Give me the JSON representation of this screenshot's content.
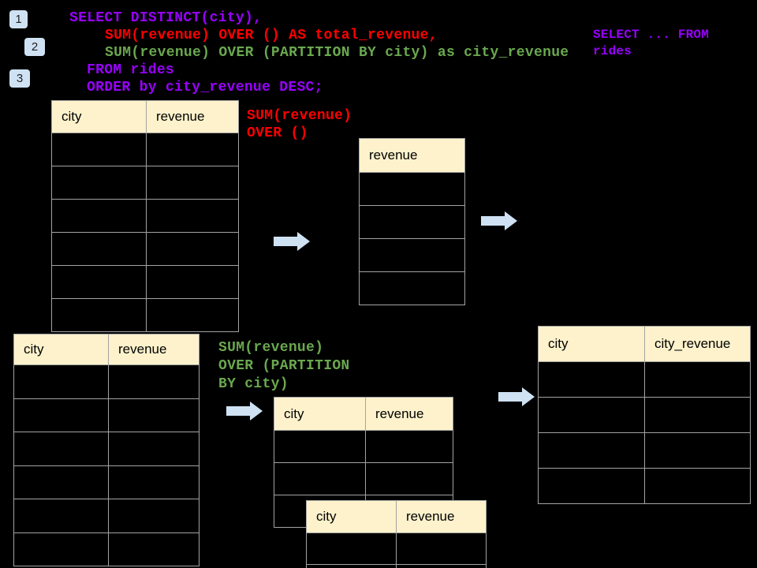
{
  "theme": {
    "bg": "#000000",
    "border": "#a3a3a3",
    "header_bg": "#fdf2cc",
    "arrow": "#cfe2f3",
    "badge_bg": "#cfe2f3",
    "badge_text": "#1f1f1f"
  },
  "colors": {
    "purple": "#9900ff",
    "red": "#ff0000",
    "green": "#6aa84f"
  },
  "steps": [
    "1",
    "2",
    "3"
  ],
  "code": {
    "lines": [
      {
        "text": "SELECT DISTINCT(city),",
        "color": "#9900ff"
      },
      {
        "text": "SUM(revenue) OVER () AS total_revenue,",
        "color": "#ff0000"
      },
      {
        "text": "SUM(revenue) OVER (PARTITION BY city) as city_revenue",
        "color": "#6aa84f"
      },
      {
        "text": "FROM rides",
        "color": "#9900ff"
      },
      {
        "text": "ORDER by city_revenue DESC;",
        "color": "#9900ff"
      }
    ]
  },
  "side_note": {
    "color": "#9900ff",
    "lines": [
      "SELECT ... FROM",
      "rides"
    ]
  },
  "annotations": {
    "over_total": {
      "color": "#ff0000",
      "lines": [
        "SUM(revenue)",
        "OVER ()"
      ]
    },
    "over_partition": {
      "color": "#6aa84f",
      "lines": [
        "SUM(revenue)",
        "OVER (PARTITION",
        "BY city)"
      ]
    }
  },
  "tables": {
    "source_total": {
      "headers": [
        "city",
        "revenue"
      ],
      "empty_rows": 6
    },
    "total_result": {
      "headers": [
        "revenue"
      ],
      "empty_rows": 4
    },
    "source_partition": {
      "headers": [
        "city",
        "revenue"
      ],
      "empty_rows": 6
    },
    "partition_mid": {
      "headers": [
        "city",
        "revenue"
      ],
      "empty_rows": 3
    },
    "partition_overlay": {
      "headers": [
        "city",
        "revenue"
      ],
      "empty_rows": 2
    },
    "partition_result": {
      "headers": [
        "city",
        "city_revenue"
      ],
      "empty_rows": 4
    }
  }
}
